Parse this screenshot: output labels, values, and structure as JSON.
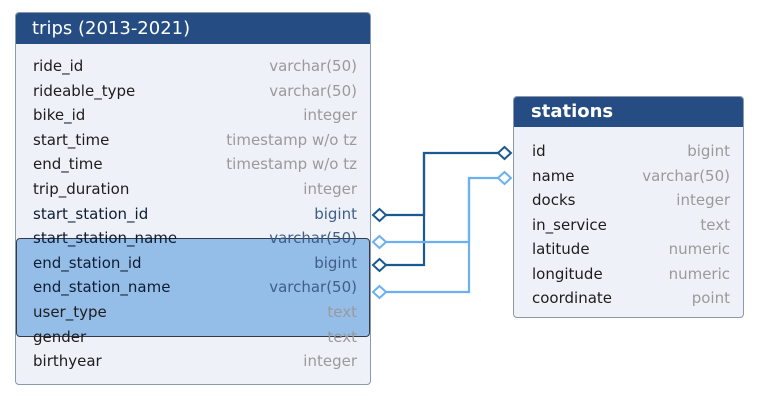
{
  "trips": {
    "title": "trips (2013-2021)",
    "columns": [
      {
        "name": "ride_id",
        "type": "varchar(50)"
      },
      {
        "name": "rideable_type",
        "type": "varchar(50)"
      },
      {
        "name": "bike_id",
        "type": "integer"
      },
      {
        "name": "start_time",
        "type": "timestamp w/o tz"
      },
      {
        "name": "end_time",
        "type": "timestamp w/o tz"
      },
      {
        "name": "trip_duration",
        "type": "integer"
      },
      {
        "name": "start_station_id",
        "type": "bigint"
      },
      {
        "name": "start_station_name",
        "type": "varchar(50)"
      },
      {
        "name": "end_station_id",
        "type": "bigint"
      },
      {
        "name": "end_station_name",
        "type": "varchar(50)"
      },
      {
        "name": "user_type",
        "type": "text"
      },
      {
        "name": "gender",
        "type": "text"
      },
      {
        "name": "birthyear",
        "type": "integer"
      }
    ]
  },
  "stations": {
    "title": "stations",
    "columns": [
      {
        "name": "id",
        "type": "bigint"
      },
      {
        "name": "name",
        "type": "varchar(50)"
      },
      {
        "name": "docks",
        "type": "integer"
      },
      {
        "name": "in_service",
        "type": "text"
      },
      {
        "name": "latitude",
        "type": "numeric"
      },
      {
        "name": "longitude",
        "type": "numeric"
      },
      {
        "name": "coordinate",
        "type": "point"
      }
    ]
  },
  "colors": {
    "header_bg": "#254d83",
    "card_bg": "#eef1f8",
    "highlight_bg": "#94bde8",
    "link_id": "#1b5a8e",
    "link_name": "#6cb0ee"
  }
}
